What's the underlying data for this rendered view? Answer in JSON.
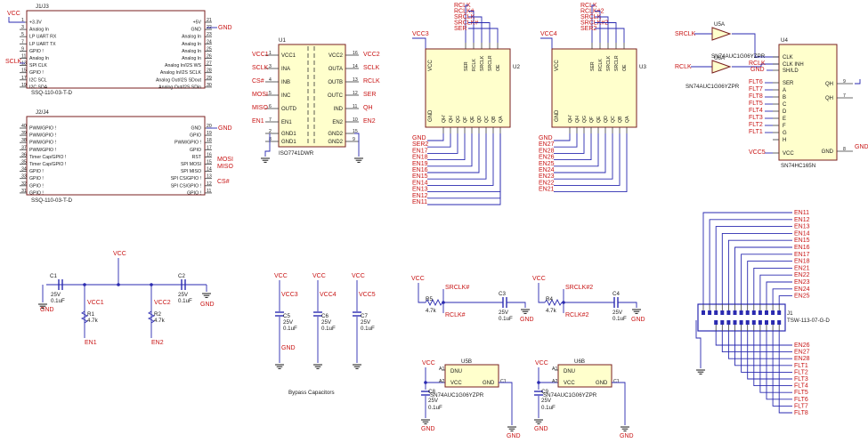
{
  "power": {
    "vcc": "VCC",
    "gnd": "GND",
    "vcc1": "VCC1",
    "vcc2": "VCC2",
    "vcc3": "VCC3",
    "vcc4": "VCC4",
    "vcc5": "VCC5"
  },
  "j1": {
    "ref": "J1/J3",
    "part": "SSQ-110-03-T-D",
    "left": [
      [
        "1",
        "+3.3V"
      ],
      [
        "3",
        "Analog In"
      ],
      [
        "5",
        "LP UART RX"
      ],
      [
        "7",
        "LP UART TX"
      ],
      [
        "9",
        "GPIO !"
      ],
      [
        "11",
        "Analog In"
      ],
      [
        "13",
        "SPI CLK"
      ],
      [
        "15",
        "GPIO !"
      ],
      [
        "17",
        "I2C SCL"
      ],
      [
        "19",
        "I2C SDA"
      ]
    ],
    "right": [
      [
        "21",
        "+5V"
      ],
      [
        "22",
        "GND"
      ],
      [
        "23",
        "Analog In"
      ],
      [
        "24",
        "Analog In"
      ],
      [
        "25",
        "Analog In"
      ],
      [
        "26",
        "Analog In"
      ],
      [
        "27",
        "Analog In/I2S WS"
      ],
      [
        "28",
        "Analog In/I2S SCLK"
      ],
      [
        "29",
        "Analog Out/I2S SDout"
      ],
      [
        "30",
        "Analog Out/I2S SDin"
      ]
    ]
  },
  "j2": {
    "ref": "J2/J4",
    "part": "SSQ-110-03-T-D",
    "left": [
      [
        "40",
        "PWM/GPIO !"
      ],
      [
        "39",
        "PWM/GPIO !"
      ],
      [
        "38",
        "PWM/GPIO !"
      ],
      [
        "37",
        "PWM/GPIO !"
      ],
      [
        "36",
        "Timer Cap/GPIO !"
      ],
      [
        "35",
        "Timer Cap/GPIO !"
      ],
      [
        "34",
        "GPIO !"
      ],
      [
        "33",
        "GPIO !"
      ],
      [
        "32",
        "GPIO !"
      ],
      [
        "31",
        "GPIO !"
      ]
    ],
    "right": [
      [
        "20",
        "GND"
      ],
      [
        "19",
        "GPIO"
      ],
      [
        "18",
        "PWM/GPIO !"
      ],
      [
        "17",
        "GPIO"
      ],
      [
        "16",
        "RST"
      ],
      [
        "15",
        "SPI MOSI"
      ],
      [
        "14",
        "SPI MISO"
      ],
      [
        "13",
        "SPI CS/GPIO !"
      ],
      [
        "12",
        "SPI CS/GPIO !"
      ],
      [
        "11",
        "GPIO !"
      ]
    ]
  },
  "u1": {
    "ref": "U1",
    "part": "ISO7741DWR",
    "left": [
      [
        "VCC1",
        "1",
        "VCC1"
      ],
      [
        "SCLK",
        "3",
        "INA"
      ],
      [
        "CS#",
        "4",
        "INB"
      ],
      [
        "MOSI",
        "5",
        "INC"
      ],
      [
        "MISO",
        "6",
        "OUTD"
      ],
      [
        "EN1",
        "7",
        "EN1"
      ],
      [
        "",
        "2",
        "GND1"
      ],
      [
        "",
        "8",
        "GND1"
      ]
    ],
    "right": [
      [
        "VCC2",
        "16",
        "VCC2"
      ],
      [
        "SCLK",
        "14",
        "OUTA"
      ],
      [
        "RCLK",
        "13",
        "OUTB"
      ],
      [
        "SER",
        "12",
        "OUTC"
      ],
      [
        "QH",
        "11",
        "IND"
      ],
      [
        "EN2",
        "10",
        "EN2"
      ],
      [
        "",
        "15",
        "GND2"
      ],
      [
        "",
        "9",
        "GND2"
      ]
    ]
  },
  "u2": {
    "ref": "U2",
    "top_nets": [
      "RCLK",
      "RCLK#",
      "SRCLK",
      "SRCLK#",
      "SER"
    ],
    "pins": [
      "SER",
      "RCLK",
      "SRCLK",
      "SRCLR",
      "OE"
    ],
    "outs": [
      "QH'",
      "QH",
      "QG",
      "QF",
      "QE",
      "QD",
      "QC",
      "QB",
      "QA"
    ],
    "bottom_nets": [
      "GND",
      "SER2",
      "EN17",
      "EN18",
      "EN19",
      "EN16",
      "EN15",
      "EN14",
      "EN13",
      "EN12",
      "EN11"
    ]
  },
  "u3": {
    "ref": "U3",
    "top_nets": [
      "RCLK",
      "RCLK#2",
      "SRCLK",
      "SRCLK#2",
      "SER2"
    ],
    "pins": [
      "SER",
      "RCLK",
      "SRCLK",
      "SRCLR",
      "OE"
    ],
    "outs": [
      "QH'",
      "QH",
      "QG",
      "QF",
      "QE",
      "QD",
      "QC",
      "QB",
      "QA"
    ],
    "bottom_nets": [
      "GND",
      "EN27",
      "EN28",
      "EN26",
      "EN25",
      "EN24",
      "EN23",
      "EN22",
      "EN21"
    ]
  },
  "u4": {
    "ref": "U4",
    "part": "SN74HC165N",
    "left": [
      "CLK",
      "CLK INH",
      "SH/LD",
      "SER",
      "A",
      "B",
      "C",
      "D",
      "E",
      "F",
      "G",
      "H",
      "VCC"
    ],
    "nets": [
      "SRCLK",
      "RCLK",
      "GND",
      "FLT6",
      "FLT7",
      "FLT8",
      "FLT5",
      "FLT4",
      "FLT3",
      "FLT2",
      "FLT1",
      "VCC5"
    ],
    "right": [
      [
        "9",
        "QH"
      ],
      [
        "7",
        "QH"
      ],
      [
        "8",
        "GND"
      ]
    ]
  },
  "u5": {
    "a_ref": "U5A",
    "b_ref": "U6A",
    "part": "SN74AUC1G06YZPR",
    "in_a": "SRCLK",
    "in_b": "RCLK"
  },
  "caps": {
    "c1": [
      "C1",
      "25V",
      "0.1uF"
    ],
    "c2": [
      "C2",
      "25V",
      "0.1uF"
    ],
    "c3": [
      "C3",
      "25V",
      "0.1uF"
    ],
    "c4": [
      "C4",
      "25V",
      "0.1uF"
    ],
    "c5": [
      "C5",
      "25V",
      "0.1uF"
    ],
    "c6": [
      "C6",
      "25V",
      "0.1uF"
    ],
    "c7": [
      "C7",
      "25V",
      "0.1uF"
    ],
    "c8": [
      "C8",
      "25V",
      "0.1uF"
    ],
    "c9": [
      "C9",
      "25V",
      "0.1uF"
    ]
  },
  "res": {
    "r1": [
      "R1",
      "4.7k"
    ],
    "r2": [
      "R2",
      "4.7k"
    ],
    "r3": [
      "R5",
      "4.7k"
    ],
    "r4": [
      "R4",
      "4.7k"
    ]
  },
  "nets": {
    "en1": "EN1",
    "en2": "EN2",
    "sclk": "SCLK",
    "mosi": "MOSI",
    "miso": "MISO",
    "cs": "CS#",
    "srclkn": "SRCLK#",
    "rclkn": "RCLK#",
    "srclkn2": "SRCLK#2",
    "rclkn2": "RCLK#2"
  },
  "u5b": {
    "a_ref": "U5B",
    "b_ref": "U6B",
    "part": "SN74AUC1G06YZPR",
    "dnu": "DNU",
    "vcc": "VCC",
    "gnd": "GND",
    "a1": "A1",
    "a2": "A2",
    "c1": "C1"
  },
  "bypass": {
    "label": "Bypass Capacitors"
  },
  "j3": {
    "ref": "J1",
    "part": "TSW-113-07-G-D",
    "top": [
      "EN11",
      "EN12",
      "EN13",
      "EN14",
      "EN15",
      "EN16",
      "EN17",
      "EN18",
      "EN21",
      "EN22",
      "EN23",
      "EN24",
      "EN25"
    ],
    "bottom": [
      "EN26",
      "EN27",
      "EN28",
      "FLT1",
      "FLT2",
      "FLT3",
      "FLT4",
      "FLT5",
      "FLT6",
      "FLT7",
      "FLT8"
    ]
  }
}
